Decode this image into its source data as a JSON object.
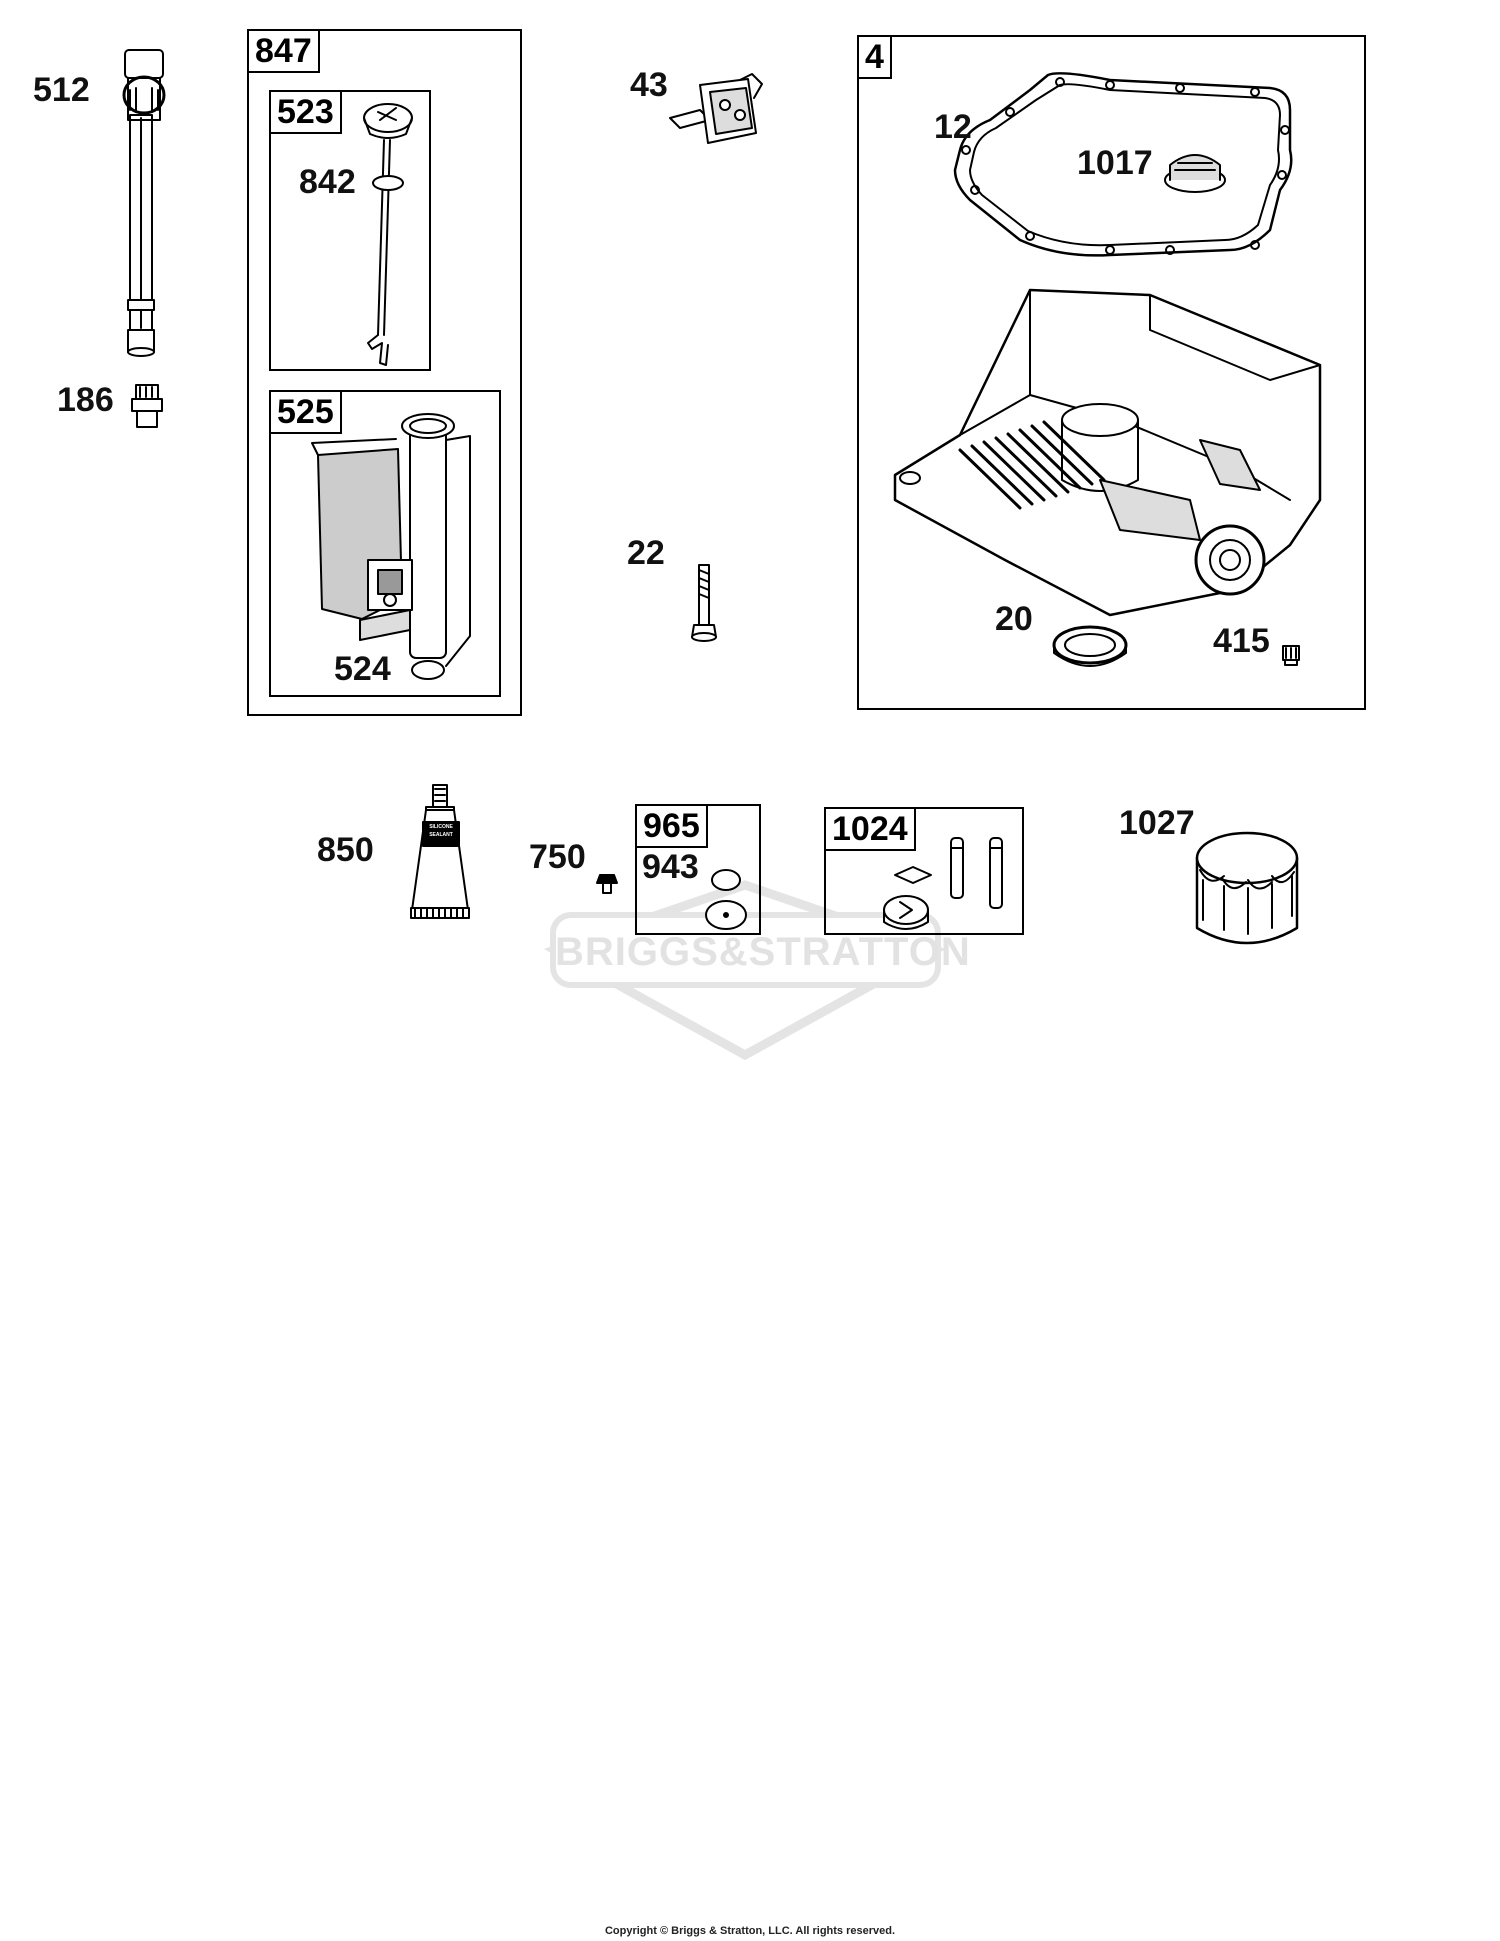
{
  "watermark": {
    "brand": "BRIGGS&STRATTON"
  },
  "footer": {
    "copyright": "Copyright © Briggs & Stratton, LLC. All rights reserved."
  },
  "groups": {
    "g847": "847",
    "g523": "523",
    "g525": "525",
    "g4": "4",
    "g965": "965",
    "g1024": "1024"
  },
  "callouts": {
    "c512": "512",
    "c186": "186",
    "c842": "842",
    "c524": "524",
    "c43": "43",
    "c22": "22",
    "c12": "12",
    "c1017": "1017",
    "c20": "20",
    "c415": "415",
    "c850": "850",
    "c750": "750",
    "c943": "943",
    "c1027": "1027"
  },
  "tube_label": {
    "line1": "SILICONE",
    "line2": "SEALANT"
  }
}
